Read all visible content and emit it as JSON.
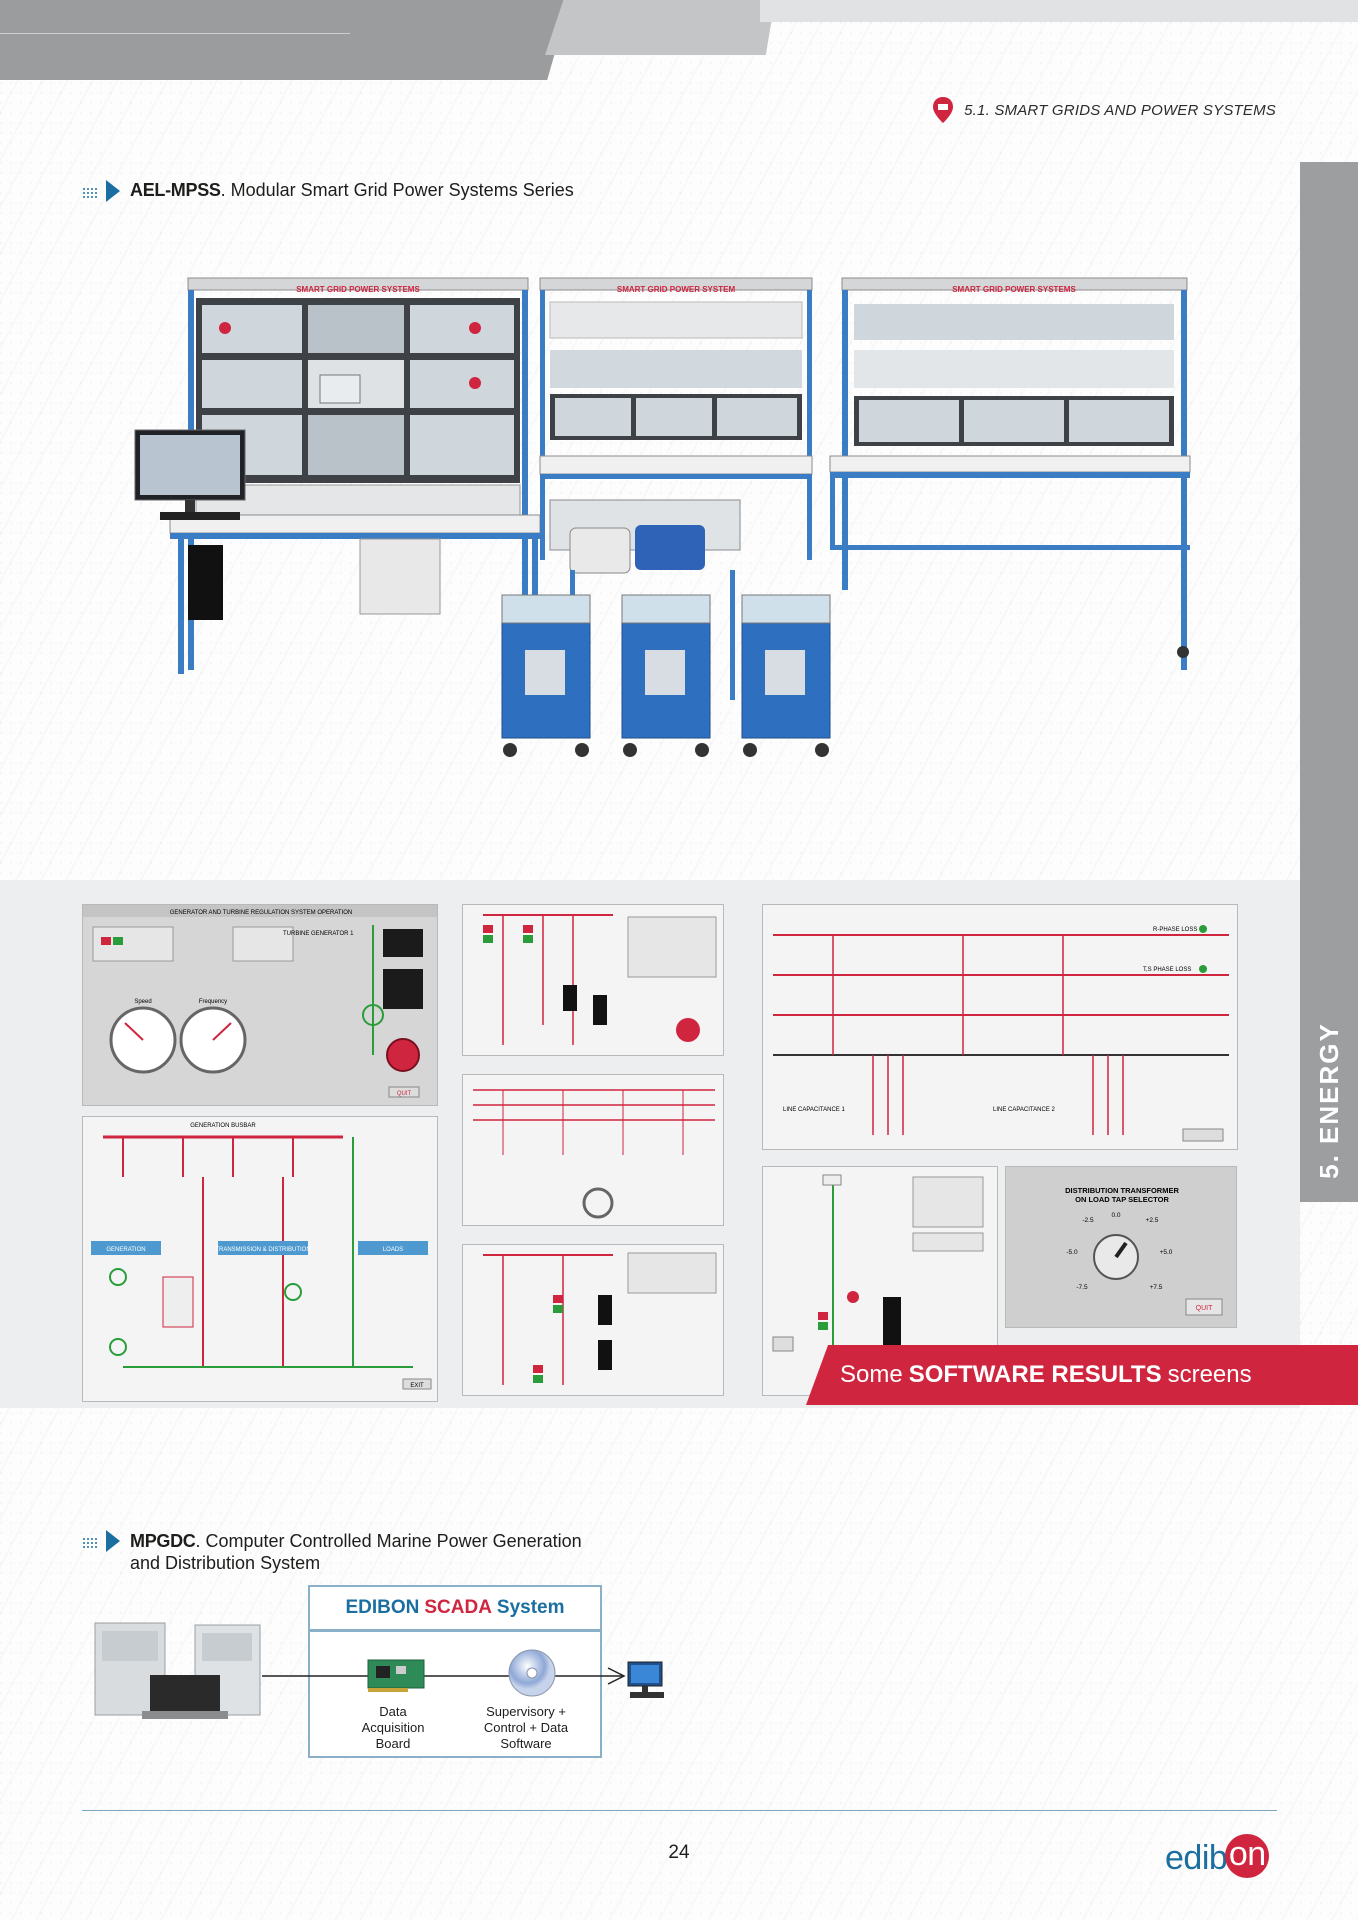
{
  "header": {
    "section_path": "5.1. SMART GRIDS AND POWER SYSTEMS"
  },
  "side_tab": {
    "label": "5. ENERGY"
  },
  "product1": {
    "code": "AEL-MPSS",
    "title": ". Modular Smart Grid Power Systems Series",
    "equipment_signs": [
      "SMART GRID POWER SYSTEMS",
      "SMART GRID POWER SYSTEM",
      "SMART GRID POWER SYSTEMS"
    ]
  },
  "software_results": {
    "prefix": "Some",
    "bold": "SOFTWARE RESULTS",
    "suffix": "screens",
    "screens": {
      "s1_title": "GENERATOR AND TURBINE REGULATION SYSTEM OPERATION",
      "s1_sub": "TURBINE GENERATOR 1",
      "s1_speed": "Speed",
      "s1_freq": "Frequency",
      "s1_quit": "QUIT",
      "s2_title": "GENERATION BUSBAR",
      "s2_gen": "GENERATION",
      "s2_trans": "TRANSMISSION & DISTRIBUTION",
      "s2_load": "LOADS",
      "s2_quit": "EXIT",
      "s6_line_cap1": "LINE CAPACITANCE 1",
      "s6_line_cap2": "LINE CAPACITANCE 2",
      "s6_rphase": "R-PHASE LOSS",
      "s6_tphase": "T,S PHASE LOSS",
      "s7_title1": "DISTRIBUTION TRANSFORMER",
      "s7_title2": "ON LOAD TAP SELECTOR",
      "s7_quit": "QUIT",
      "s7_ticks": [
        "-2.5",
        "0.0",
        "+2.5",
        "-5.0",
        "+5.0",
        "-7.5",
        "+7.5"
      ]
    }
  },
  "product2": {
    "code": "MPGDC",
    "title_line1": ". Computer Controlled Marine Power Generation",
    "title_line2": "and Distribution System"
  },
  "scada": {
    "title_prefix": "EDIBON",
    "title_red": "SCADA",
    "title_suffix": "System",
    "daq_caption": [
      "Data",
      "Acquisition",
      "Board"
    ],
    "software_caption": [
      "Supervisory +",
      "Control + Data",
      "Software"
    ]
  },
  "footer": {
    "page_number": "24",
    "logo_text": "edib",
    "logo_circle": "on"
  },
  "colors": {
    "accent_blue": "#1b6fa0",
    "accent_red": "#d0253f",
    "gray_tab": "#9c9ea0"
  }
}
